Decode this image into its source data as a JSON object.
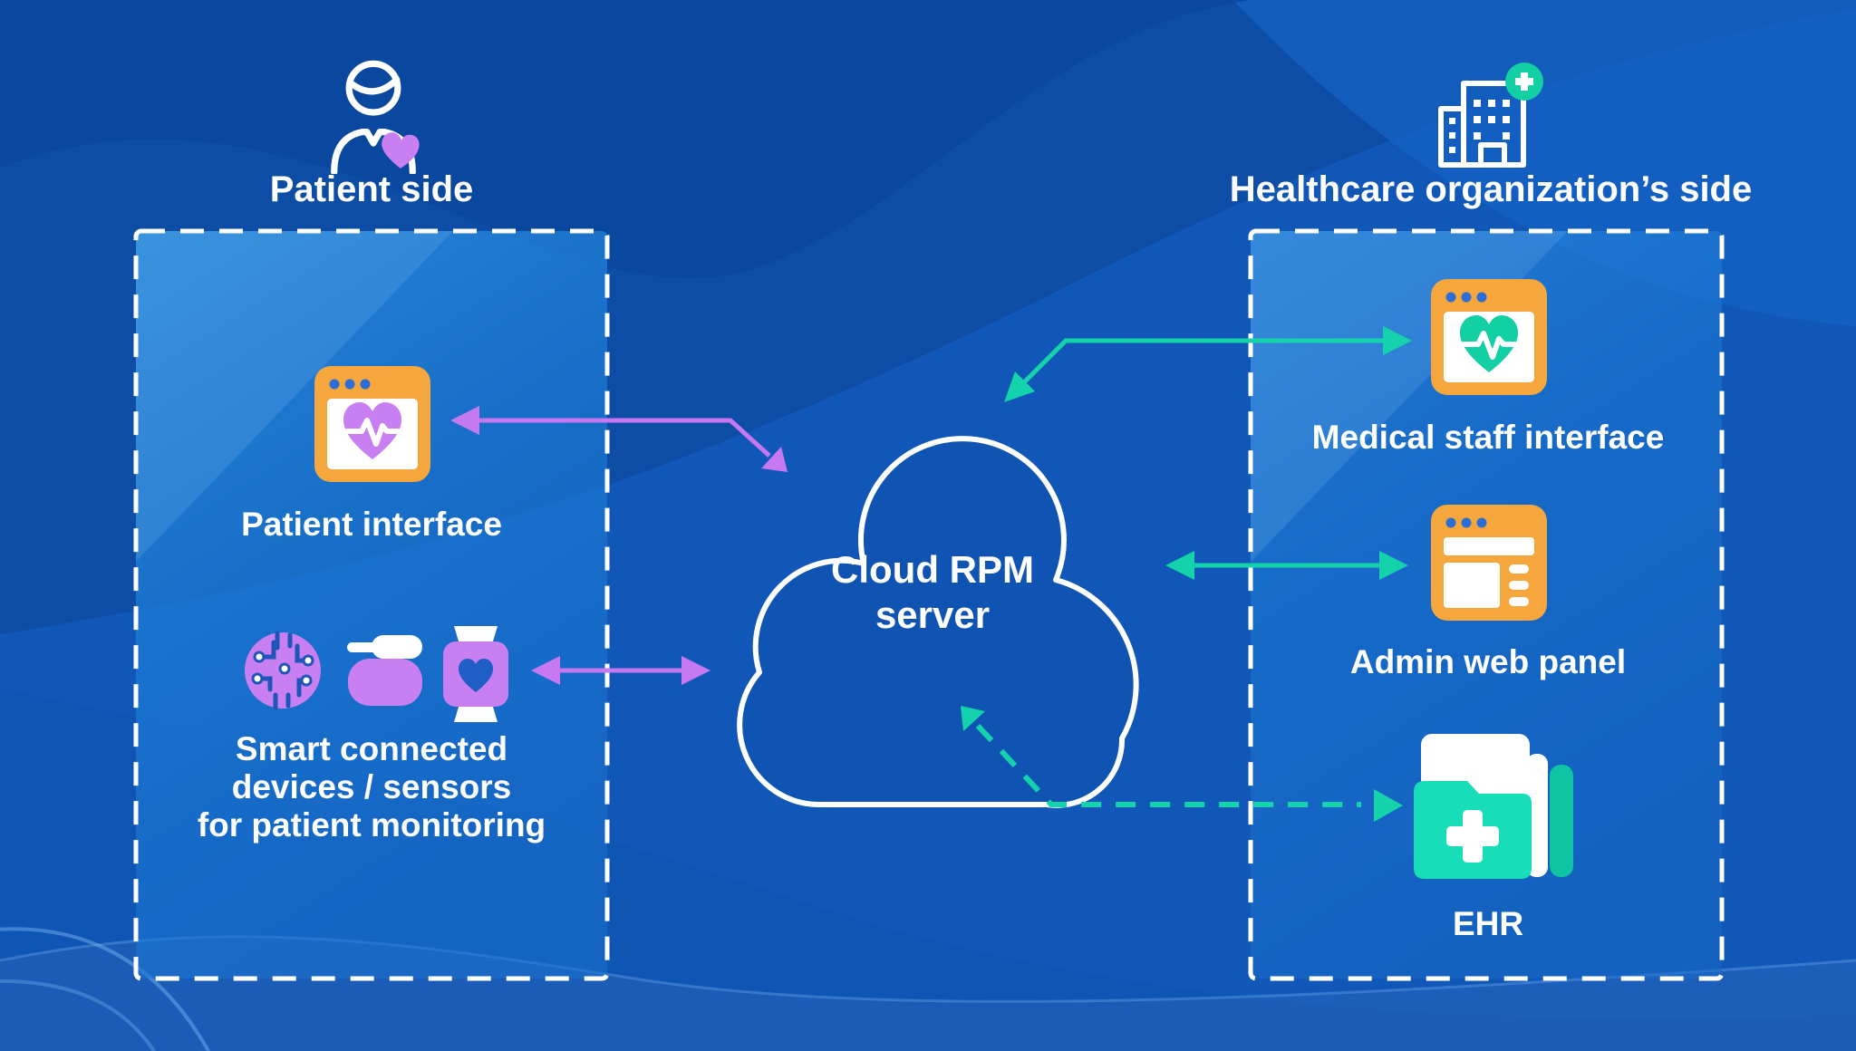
{
  "patient_side": {
    "header": "Patient side",
    "interface_label": "Patient interface",
    "devices_label_lines": [
      "Smart connected",
      "devices / sensors",
      "for patient monitoring"
    ]
  },
  "cloud": {
    "line1": "Cloud RPM",
    "line2": "server"
  },
  "org_side": {
    "header": "Healthcare organization’s side",
    "staff_label": "Medical staff interface",
    "admin_label": "Admin web panel",
    "ehr_label": "EHR"
  },
  "connections": [
    {
      "from": "patient-interface",
      "to": "cloud-rpm-server",
      "style": "solid",
      "color": "#C678F0",
      "bidirectional": true
    },
    {
      "from": "smart-devices-sensors",
      "to": "cloud-rpm-server",
      "style": "solid",
      "color": "#C678F0",
      "bidirectional": true
    },
    {
      "from": "cloud-rpm-server",
      "to": "medical-staff-interface",
      "style": "solid",
      "color": "#14D3AC",
      "bidirectional": true
    },
    {
      "from": "cloud-rpm-server",
      "to": "admin-web-panel",
      "style": "solid",
      "color": "#14D3AC",
      "bidirectional": true
    },
    {
      "from": "cloud-rpm-server",
      "to": "ehr",
      "style": "dashed",
      "color": "#14D3AC",
      "bidirectional": true
    }
  ],
  "icons": {
    "patient_header": "person-with-heart-icon",
    "org_header": "hospital-cross-icon",
    "patient_interface": "browser-heart-pulse-icon",
    "devices": [
      "circuit-chip-icon",
      "blood-pressure-monitor-icon",
      "smartwatch-heart-icon"
    ],
    "cloud": "cloud-outline-icon",
    "medical_staff_interface": "browser-heart-pulse-icon",
    "admin_web_panel": "browser-layout-icon",
    "ehr": "medical-records-folder-icon"
  },
  "colors": {
    "background": "#0D4DA6",
    "panel_fill": "#1E82DC",
    "accent_purple": "#C678F0",
    "accent_teal": "#14D3AC",
    "accent_orange": "#F5A63C",
    "icon_blue": "#2B6FD6",
    "folder_teal": "#17DDB8",
    "text": "#FFFFFF"
  }
}
